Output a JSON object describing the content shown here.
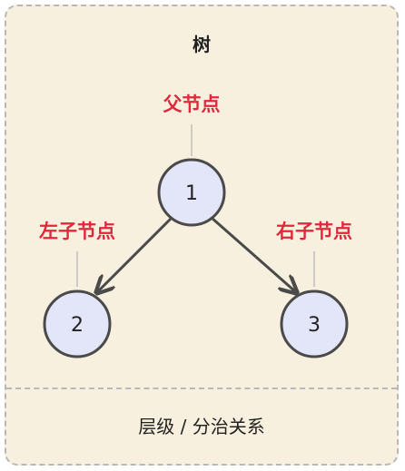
{
  "title": "树",
  "footer": "层级 / 分治关系",
  "colors": {
    "background": "#f8f0df",
    "border": "#b8b8b8",
    "node_fill": "#e3e5f8",
    "node_stroke": "#4a4a4a",
    "tag_text": "#e0283c",
    "edge": "#4a4a4a"
  },
  "nodes": {
    "root": {
      "label": "1",
      "tag": "父节点"
    },
    "left": {
      "label": "2",
      "tag": "左子节点"
    },
    "right": {
      "label": "3",
      "tag": "右子节点"
    }
  }
}
